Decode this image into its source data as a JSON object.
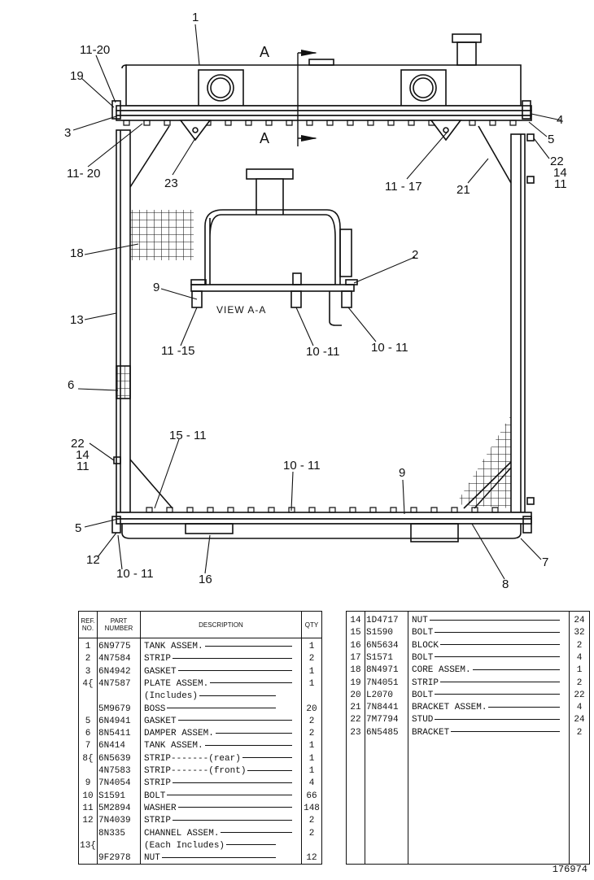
{
  "diagram": {
    "callouts": [
      {
        "id": "c1",
        "text": "1"
      },
      {
        "id": "c11-20-top",
        "text": "11-20"
      },
      {
        "id": "c19",
        "text": "19"
      },
      {
        "id": "c3",
        "text": "3"
      },
      {
        "id": "c11-20-left",
        "text": "11- 20"
      },
      {
        "id": "c23",
        "text": "23"
      },
      {
        "id": "c4",
        "text": "4"
      },
      {
        "id": "c5-top",
        "text": "5"
      },
      {
        "id": "c22-top",
        "text": "22"
      },
      {
        "id": "c14-top",
        "text": "14"
      },
      {
        "id": "c11-top",
        "text": "11"
      },
      {
        "id": "c21",
        "text": "21"
      },
      {
        "id": "c11-17",
        "text": "11 - 17"
      },
      {
        "id": "c18",
        "text": "18"
      },
      {
        "id": "c2",
        "text": "2"
      },
      {
        "id": "c9-view",
        "text": "9"
      },
      {
        "id": "c13",
        "text": "13"
      },
      {
        "id": "c11-15",
        "text": "11 -15"
      },
      {
        "id": "c10-11-view",
        "text": "10 -11"
      },
      {
        "id": "c10-11-view2",
        "text": "10 - 11"
      },
      {
        "id": "c6",
        "text": "6"
      },
      {
        "id": "c15-11",
        "text": "15 - 11"
      },
      {
        "id": "c10-11-bot",
        "text": "10 - 11"
      },
      {
        "id": "c9-bot",
        "text": "9"
      },
      {
        "id": "c22-bot",
        "text": "22"
      },
      {
        "id": "c14-bot",
        "text": "14"
      },
      {
        "id": "c11-bot",
        "text": "11"
      },
      {
        "id": "c5-bot",
        "text": "5"
      },
      {
        "id": "c12",
        "text": "12"
      },
      {
        "id": "c10-11-low",
        "text": "10 - 11"
      },
      {
        "id": "c16",
        "text": "16"
      },
      {
        "id": "c7",
        "text": "7"
      },
      {
        "id": "c8",
        "text": "8"
      }
    ],
    "section_label": "A",
    "view_label": "VIEW  A-A"
  },
  "table_headers": {
    "ref_no": "REF. NO.",
    "part_number": "PART NUMBER",
    "description": "DESCRIPTION",
    "qty": "QTY"
  },
  "parts_left": [
    {
      "ref": "1",
      "part": "6N9775",
      "desc": "TANK ASSEM.",
      "qty": "1"
    },
    {
      "ref": "2",
      "part": "4N7584",
      "desc": "STRIP",
      "qty": "2"
    },
    {
      "ref": "3",
      "part": "6N4942",
      "desc": "GASKET",
      "qty": "1"
    },
    {
      "ref": "4{",
      "part": "4N7587",
      "desc": "PLATE ASSEM.",
      "qty": "1"
    },
    {
      "ref": "",
      "part": "",
      "desc": "   (Includes)",
      "qty": ""
    },
    {
      "ref": "",
      "part": "5M9679",
      "desc": "   BOSS",
      "qty": "20"
    },
    {
      "ref": "5",
      "part": "6N4941",
      "desc": "GASKET",
      "qty": "2"
    },
    {
      "ref": "6",
      "part": "8N5411",
      "desc": "DAMPER ASSEM.",
      "qty": "2"
    },
    {
      "ref": "7",
      "part": "6N414",
      "desc": "TANK ASSEM.",
      "qty": "1"
    },
    {
      "ref": "8{",
      "part": "6N5639",
      "desc": "STRIP-------(rear)",
      "qty": "1"
    },
    {
      "ref": "",
      "part": "4N7583",
      "desc": "STRIP-------(front)",
      "qty": "1"
    },
    {
      "ref": "9",
      "part": "7N4054",
      "desc": "STRIP",
      "qty": "4"
    },
    {
      "ref": "10",
      "part": "S1591",
      "desc": "BOLT",
      "qty": "66"
    },
    {
      "ref": "11",
      "part": "5M2894",
      "desc": "WASHER",
      "qty": "148"
    },
    {
      "ref": "12",
      "part": "7N4039",
      "desc": "STRIP",
      "qty": "2"
    },
    {
      "ref": "",
      "part": "8N335",
      "desc": "CHANNEL ASSEM.",
      "qty": "2"
    },
    {
      "ref": "13{",
      "part": "",
      "desc": "   (Each Includes)",
      "qty": ""
    },
    {
      "ref": "",
      "part": "9F2978",
      "desc": "   NUT",
      "qty": "12"
    }
  ],
  "parts_right": [
    {
      "ref": "14",
      "part": "1D4717",
      "desc": "NUT",
      "qty": "24"
    },
    {
      "ref": "15",
      "part": "S1590",
      "desc": "BOLT",
      "qty": "32"
    },
    {
      "ref": "16",
      "part": "6N5634",
      "desc": "BLOCK",
      "qty": "2"
    },
    {
      "ref": "17",
      "part": "S1571",
      "desc": "BOLT",
      "qty": "4"
    },
    {
      "ref": "18",
      "part": "8N4971",
      "desc": "CORE ASSEM.",
      "qty": "1"
    },
    {
      "ref": "19",
      "part": "7N4051",
      "desc": "STRIP",
      "qty": "2"
    },
    {
      "ref": "20",
      "part": "L2070",
      "desc": "BOLT",
      "qty": "22"
    },
    {
      "ref": "21",
      "part": "7N8441",
      "desc": "BRACKET ASSEM.",
      "qty": "4"
    },
    {
      "ref": "22",
      "part": "7M7794",
      "desc": "STUD",
      "qty": "24"
    },
    {
      "ref": "23",
      "part": "6N5485",
      "desc": "BRACKET",
      "qty": "2"
    }
  ],
  "figure_number": "176974"
}
